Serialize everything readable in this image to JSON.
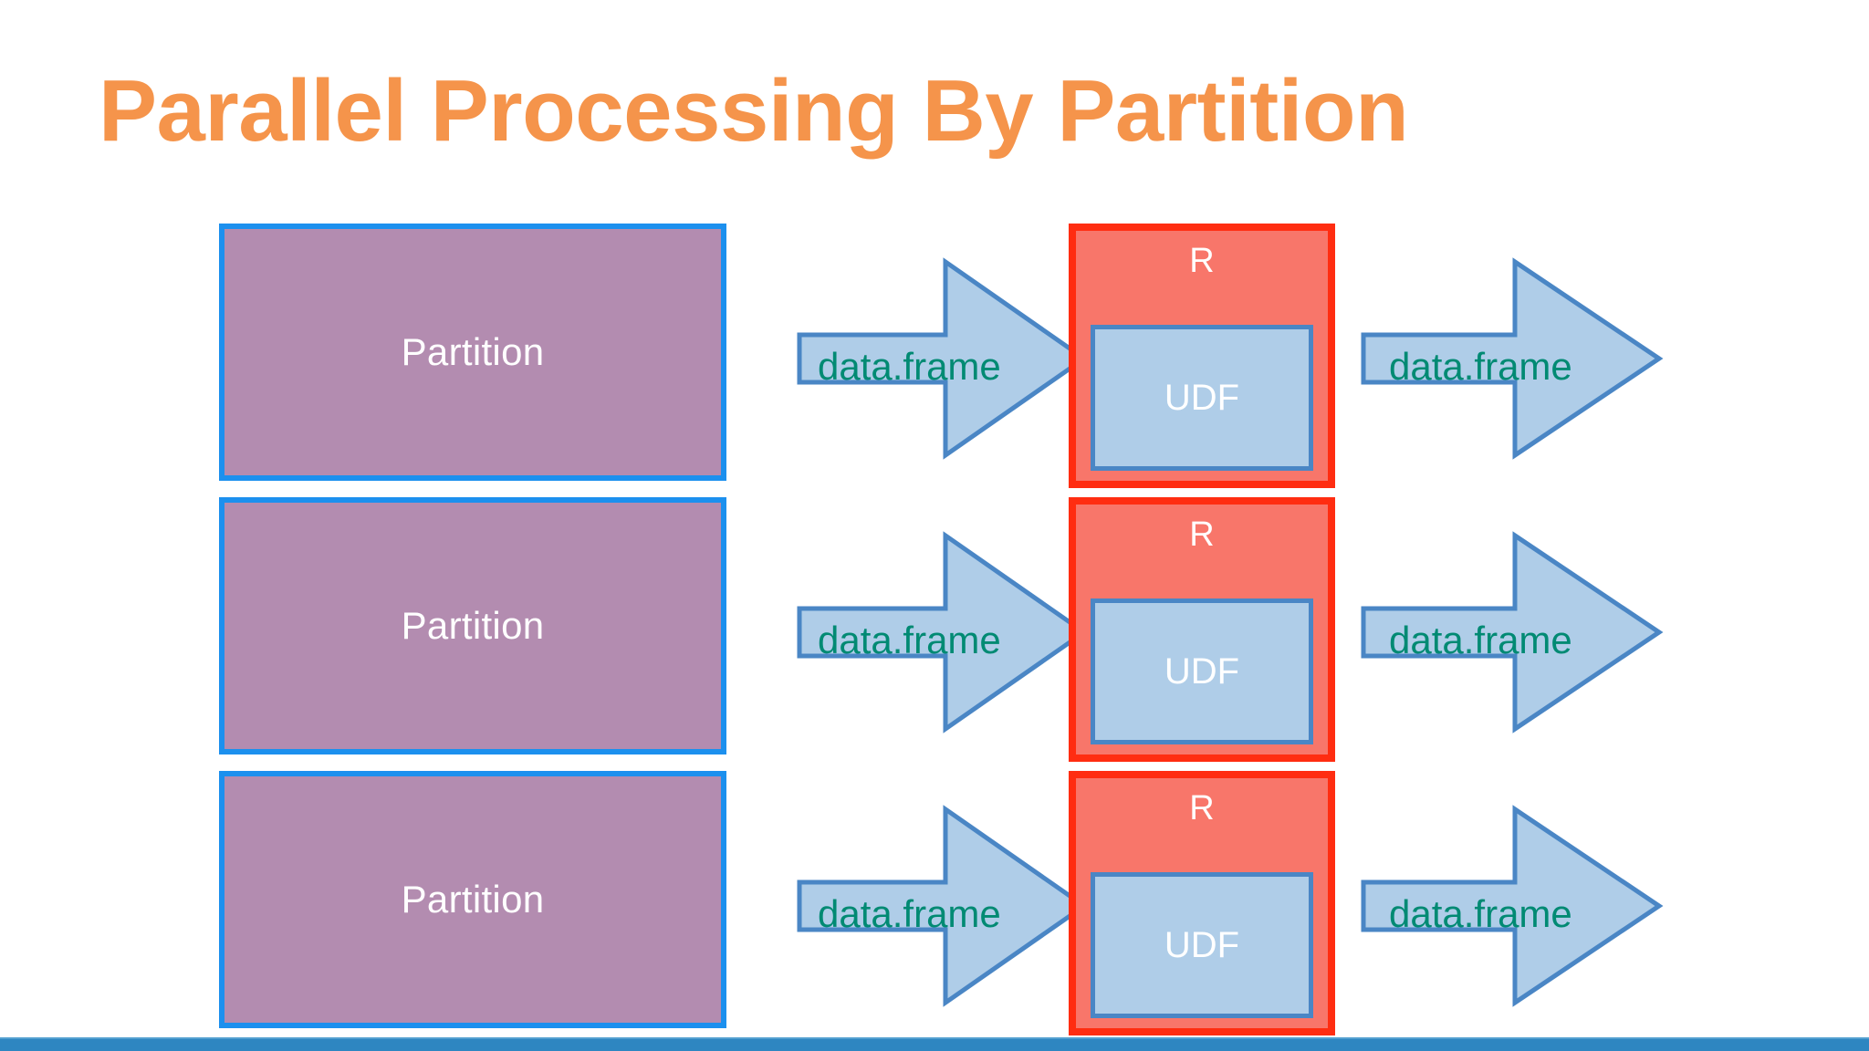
{
  "slide": {
    "title": "Parallel Processing By Partition",
    "title_color": "#F5944B",
    "background_color": "#FFFFFF",
    "footer_color": "#2E86C1"
  },
  "colors": {
    "partition_fill": "#B38CB0",
    "partition_border": "#1C90EE",
    "r_fill": "#F8766A",
    "r_border": "#FF2D11",
    "udf_fill": "#AFCDE8",
    "udf_border": "#4A86C5",
    "arrow_fill": "#AFCDE8",
    "arrow_border": "#4A86C5",
    "arrow_label_color": "#018A73",
    "box_label_color": "#FFFFFF"
  },
  "diagram": {
    "type": "flow",
    "row_count": 3,
    "rows": [
      {
        "partition_label": "Partition",
        "input_arrow_label": "data.frame",
        "engine_label": "R",
        "function_label": "UDF",
        "output_arrow_label": "data.frame"
      },
      {
        "partition_label": "Partition",
        "input_arrow_label": "data.frame",
        "engine_label": "R",
        "function_label": "UDF",
        "output_arrow_label": "data.frame"
      },
      {
        "partition_label": "Partition",
        "input_arrow_label": "data.frame",
        "engine_label": "R",
        "function_label": "UDF",
        "output_arrow_label": "data.frame"
      }
    ]
  }
}
